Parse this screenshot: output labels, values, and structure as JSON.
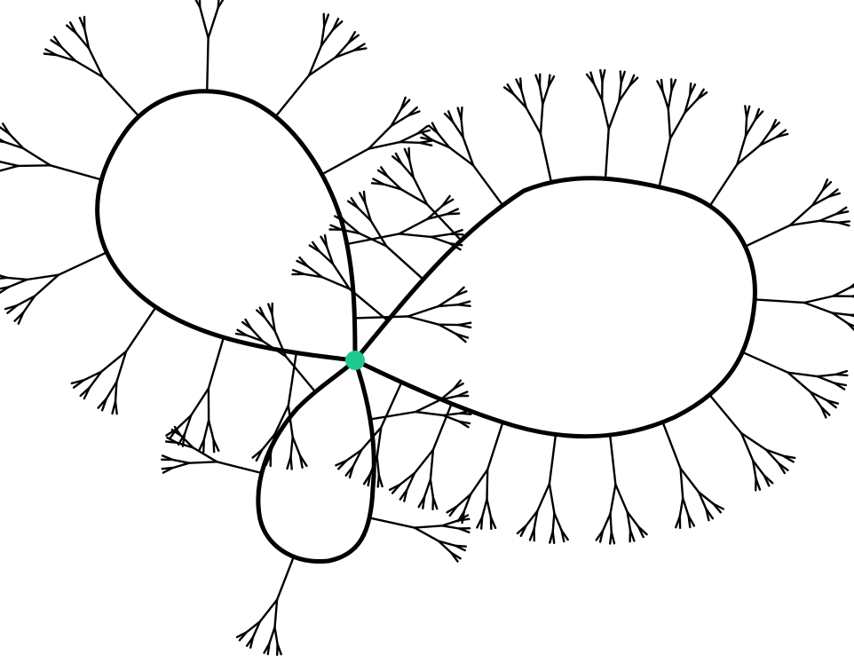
{
  "diagram": {
    "kind": "tree-decorated-loops",
    "root_vertex": {
      "color": "#1ec98f"
    },
    "stroke_color": "#000000",
    "background_color": "#ffffff",
    "loops": [
      {
        "name": "upper-left-loop",
        "tree_count": 11
      },
      {
        "name": "right-loop",
        "tree_count": 18
      },
      {
        "name": "lower-loop",
        "tree_count": 5
      }
    ],
    "tree_branching": {
      "levels": 3,
      "children_per_node": 2,
      "leaves_per_tree": 8
    }
  }
}
